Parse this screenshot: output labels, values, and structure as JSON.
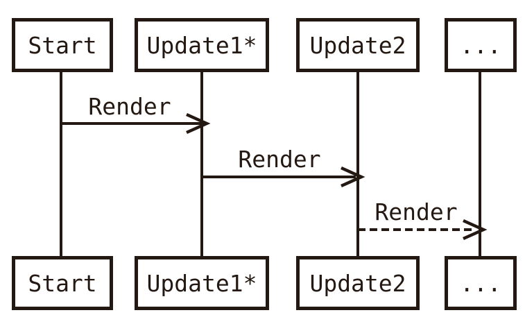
{
  "diagram": {
    "type": "sequence-diagram",
    "colors": {
      "ink": "#241812",
      "background": "#ffffff"
    },
    "actors": [
      {
        "label": "Start"
      },
      {
        "label": "Update1*"
      },
      {
        "label": "Update2"
      },
      {
        "label": "..."
      }
    ],
    "messages": [
      {
        "label": "Render",
        "from": "Start",
        "to": "Update1*",
        "line_style": "solid"
      },
      {
        "label": "Render",
        "from": "Update1*",
        "to": "Update2",
        "line_style": "solid"
      },
      {
        "label": "Render",
        "from": "Update2",
        "to": "...",
        "line_style": "dashed"
      }
    ]
  }
}
